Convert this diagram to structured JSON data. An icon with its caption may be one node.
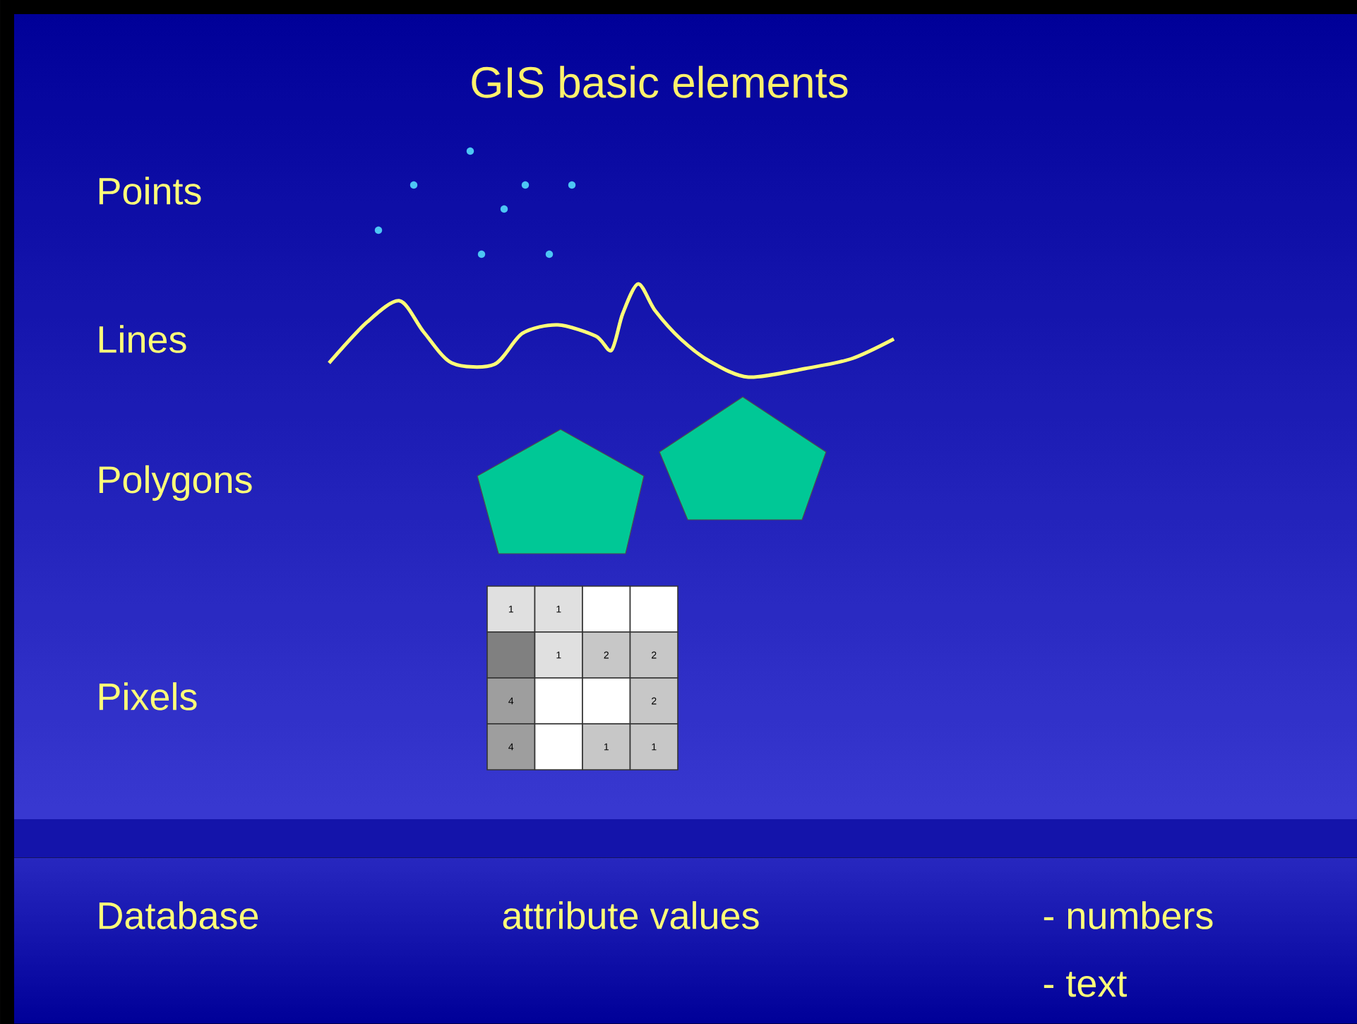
{
  "diagram": {
    "title": "GIS basic elements",
    "labels": [
      "Points",
      "Lines",
      "Polygons",
      "Pixels",
      "1",
      "1",
      "1",
      "2",
      "2",
      "4",
      "2",
      "4",
      "1",
      "1",
      "Database",
      "attribute values",
      "- numbers",
      "- text"
    ]
  }
}
